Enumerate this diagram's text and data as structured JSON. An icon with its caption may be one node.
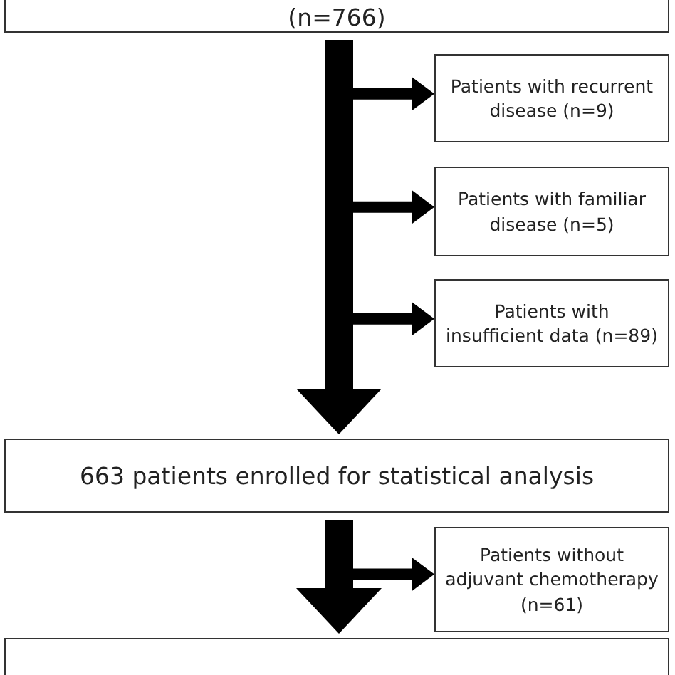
{
  "diagram": {
    "nodes": [
      {
        "text": [
          "(n=766)"
        ]
      },
      {
        "text": [
          "Patients with recurrent disease (n=9)"
        ]
      },
      {
        "text": [
          "Patients with familiar disease (n=5)"
        ]
      },
      {
        "text": [
          "Patients with insufficient data (n=89)"
        ]
      },
      {
        "text": [
          "663 patients enrolled for statistical analysis"
        ]
      },
      {
        "text": [
          "Patients without adjuvant chemotherapy (n=61)"
        ]
      },
      {
        "text": [],
        "shape": "box"
      }
    ],
    "edges": [
      {
        "from": 0,
        "to": 4,
        "arrow": "to",
        "style": "thick"
      },
      {
        "from": 0,
        "to": 1,
        "arrow": "to"
      },
      {
        "from": 0,
        "to": 2,
        "arrow": "to"
      },
      {
        "from": 0,
        "to": 3,
        "arrow": "to"
      },
      {
        "from": 4,
        "to": 6,
        "arrow": "to",
        "style": "thick"
      },
      {
        "from": 4,
        "to": 5,
        "arrow": "to"
      }
    ]
  }
}
